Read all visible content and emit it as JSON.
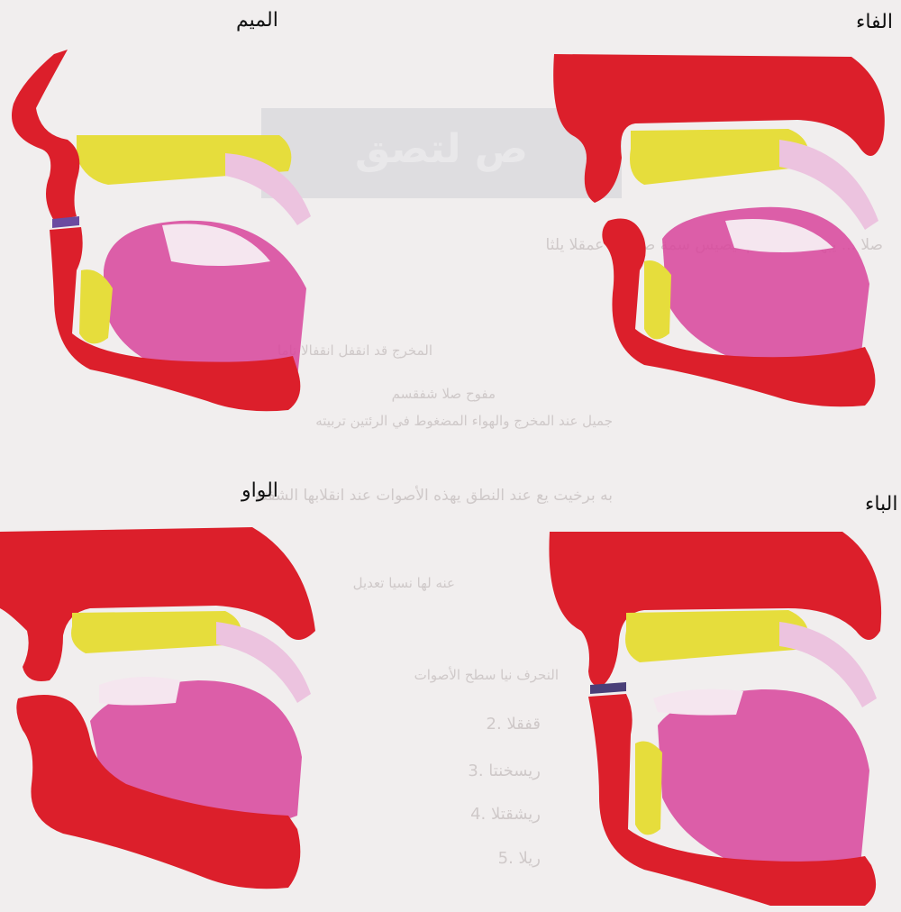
{
  "labels": {
    "meem": "الميم",
    "faa": "الفاء",
    "waw": "الواو",
    "baa": "الباء"
  },
  "background": {
    "band_text": "ص لتصق",
    "lines": [
      "صلا ... يبهتى عم بيمم ثيصيس سمة صلا ليم عمقلا يلثا",
      "المخرج قد انقفل انقفالا تاما",
      "مفوح صلا شفقسم",
      "جميل عند المخرج والهواء المضغوط في الرئتين تربيته",
      "به برخيت يع عند النطق يهذه الأصوات عند انقلابها الشفته",
      "عنه لها نسيا تعديل",
      "النحرف نيا سطح الأصوات",
      "قفقلا .2",
      "ريسخنتا .3",
      "ريشقتلا .4",
      "ريلا .5"
    ]
  },
  "colors": {
    "red": "#dc1f2b",
    "yellow": "#e6dd3c",
    "pink": "#d8449b",
    "light_pink": "#ecc3df",
    "bg": "#f1eeee"
  }
}
